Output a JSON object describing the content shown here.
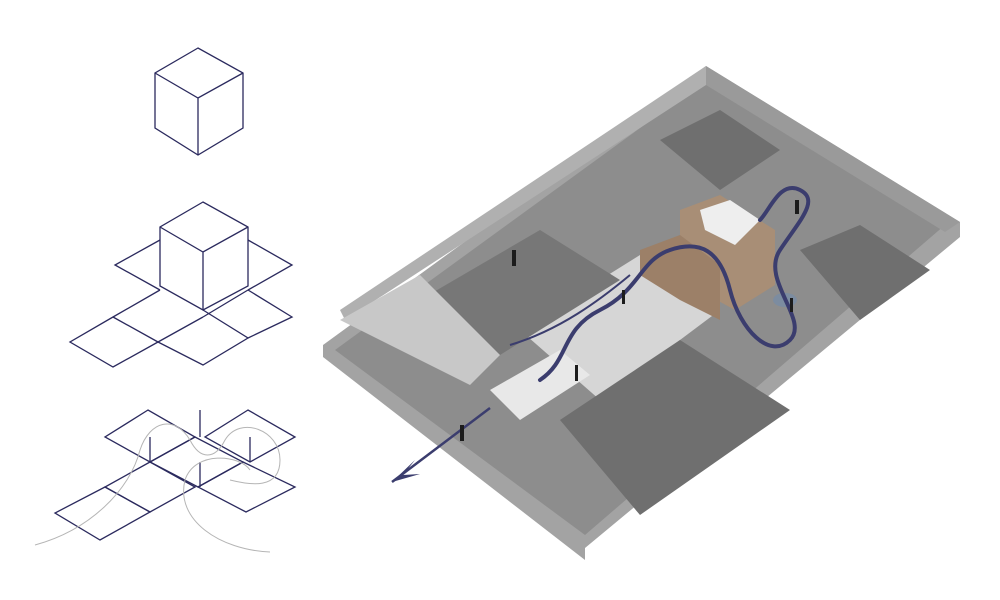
{
  "colors": {
    "line": "#2b2a5e",
    "path": "#3b3d6e",
    "curve": "#b5b5b5",
    "floor": "#8d8d8d",
    "floor_light": "#d6d6d6",
    "wall": "#a3a3a3",
    "wood": "#a88e76"
  },
  "diagrams": [
    "volume",
    "volume-with-plan",
    "plan-with-flow"
  ],
  "illustration": "isometric-office-floor-plan"
}
